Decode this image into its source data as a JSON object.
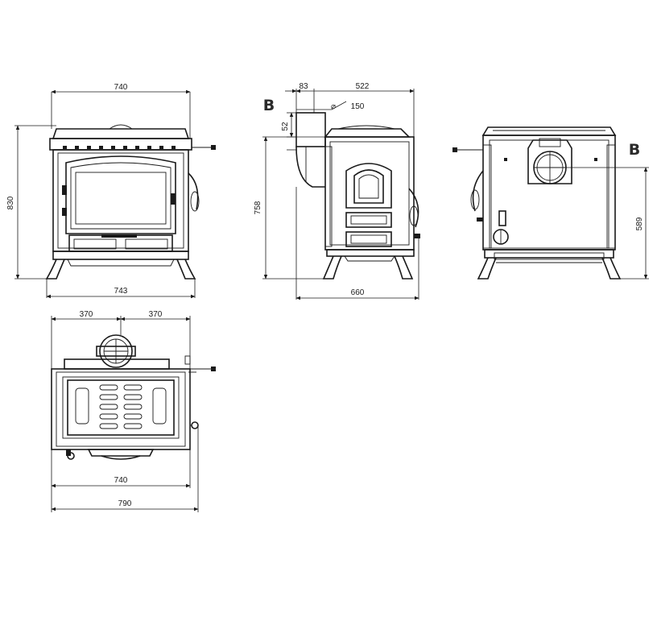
{
  "views": {
    "front": {
      "top_width": "740",
      "height": "830",
      "feet_width": "743"
    },
    "side": {
      "offset": "83",
      "depth": "522",
      "flue_diameter_symbol": "⌀",
      "flue_diameter": "150",
      "flue_offset": "52",
      "flue_height": "758",
      "total_depth": "660",
      "flue_label": "B"
    },
    "rear": {
      "flue_label": "B",
      "flue_height": "589"
    },
    "top": {
      "half_left": "370",
      "half_right": "370",
      "width": "740",
      "total_width": "790"
    }
  },
  "colors": {
    "line": "#1a1a1a",
    "background": "#ffffff"
  }
}
